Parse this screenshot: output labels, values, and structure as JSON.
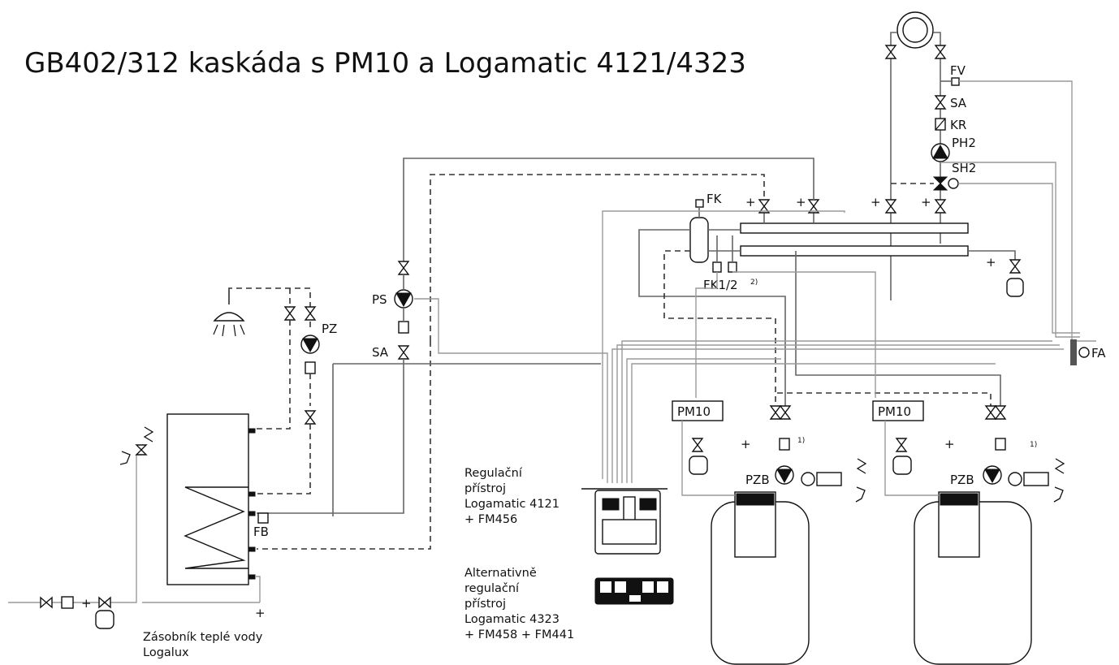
{
  "title": "GB402/312 kaskáda s PM10 a Logamatic 4121/4323",
  "labels": {
    "fv": "FV",
    "sa": "SA",
    "kr": "KR",
    "ph2": "PH2",
    "sh2": "SH2",
    "fk": "FK",
    "fk12": "FK1/2",
    "note2": "2)",
    "ps": "PS",
    "pz": "PZ",
    "fa": "FA",
    "fb": "FB",
    "pm10": "PM10",
    "pzb": "PZB",
    "note1": "1)"
  },
  "captions": {
    "controller_main": [
      "Regulační",
      "přístroj",
      "Logamatic 4121",
      "+ FM456"
    ],
    "controller_alt": [
      "Alternativně",
      "regulační",
      "přístroj",
      "Logamatic 4323",
      "+ FM458 + FM441"
    ],
    "storage_tank": [
      "Zásobník teplé vody",
      "Logalux"
    ]
  }
}
